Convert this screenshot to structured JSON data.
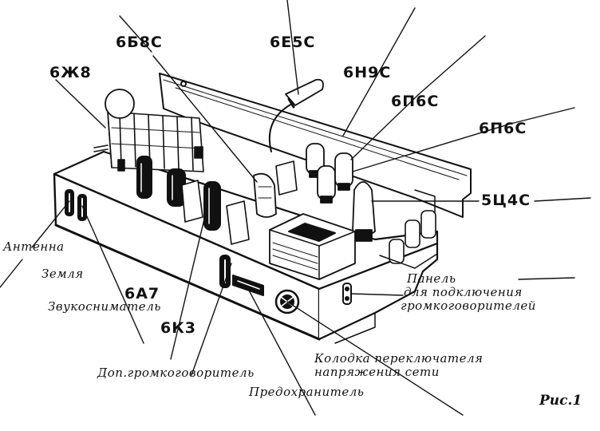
{
  "figure_label": "Рис.1",
  "tube_labels": {
    "t_6zh8": "6Ж8",
    "t_6b8s": "6Б8С",
    "t_6e5s": "6Е5С",
    "t_6n9s": "6Н9С",
    "t_6p6s_a": "6П6С",
    "t_6p6s_b": "6П6С",
    "t_5ts4s": "5Ц4С",
    "t_6a7": "6А7",
    "t_6k3": "6К3"
  },
  "connector_labels": {
    "antenna": "Антенна",
    "ground": "Земля",
    "pickup": "Звукосниматель",
    "ext_speaker": "Доп.громкоговоритель",
    "fuse": "Предохранитель",
    "panel_line1": "Панель",
    "panel_line2": "для подключения",
    "panel_line3": "громкоговорителей",
    "switch_line1": "Колодка переключателя",
    "switch_line2": "напряжения сети"
  },
  "colors": {
    "ink": "#111111",
    "paper": "#ffffff"
  }
}
